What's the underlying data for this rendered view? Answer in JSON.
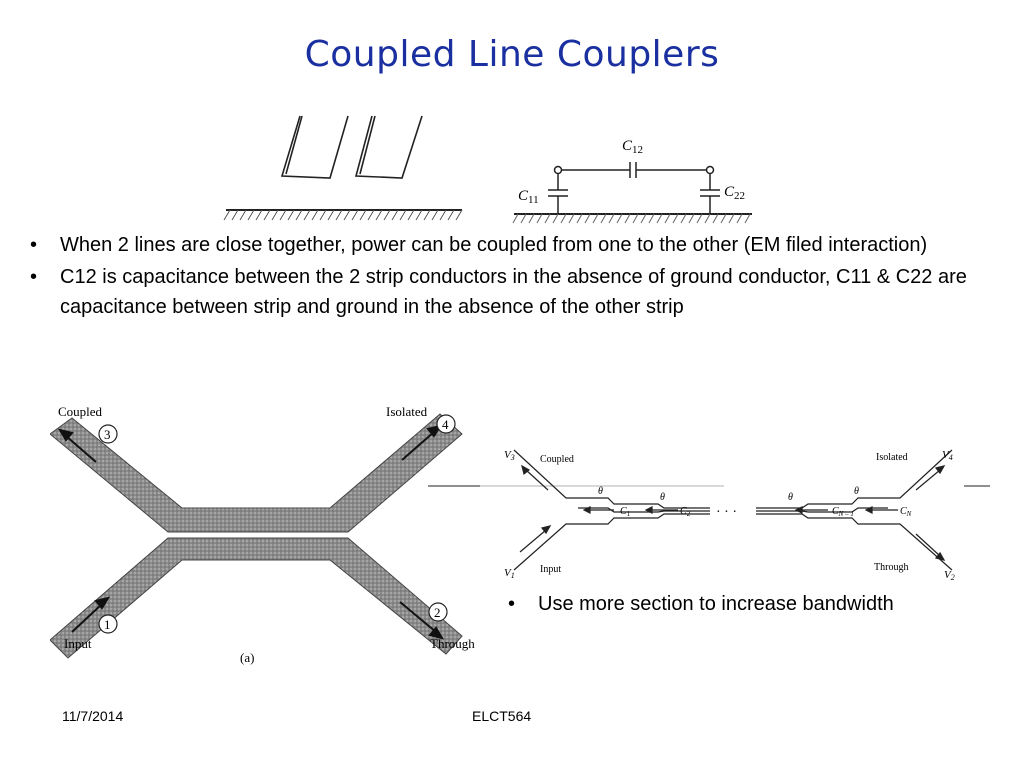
{
  "title": "Coupled Line Couplers",
  "bullets": [
    "When 2 lines are close together, power can be coupled from one to the other (EM filed interaction)",
    "C12 is capacitance between the 2 strip conductors in the absence of ground conductor, C11 & C22 are capacitance between strip and ground in the absence of the other strip"
  ],
  "bullet_marker": "•",
  "side_bullet": "Use more section to increase bandwidth",
  "footer": {
    "date": "11/7/2014",
    "course": "ELCT564"
  },
  "fig_circuit": {
    "c12": "C",
    "c12_sub": "12",
    "c11": "C",
    "c11_sub": "11",
    "c22": "C",
    "c22_sub": "22"
  },
  "fig_coupler": {
    "coupled": "Coupled",
    "isolated": "Isolated",
    "input": "Input",
    "through": "Through",
    "port1": "1",
    "port2": "2",
    "port3": "3",
    "port4": "4",
    "caption": "(a)"
  },
  "fig_multi": {
    "v3": "V",
    "v3_sub": "3",
    "v4": "V",
    "v4_sub": "4",
    "v1": "V",
    "v1_sub": "1",
    "v2": "V",
    "v2_sub": "2",
    "coupled": "Coupled",
    "isolated": "Isolated",
    "input": "Input",
    "through": "Through",
    "theta": "θ",
    "c1": "C",
    "c1_sub": "1",
    "c2": "C",
    "c2_sub": "2",
    "cn1": "C",
    "cn1_sub": "N – 1",
    "cn": "C",
    "cn_sub": "N",
    "dots": "· · ·"
  }
}
